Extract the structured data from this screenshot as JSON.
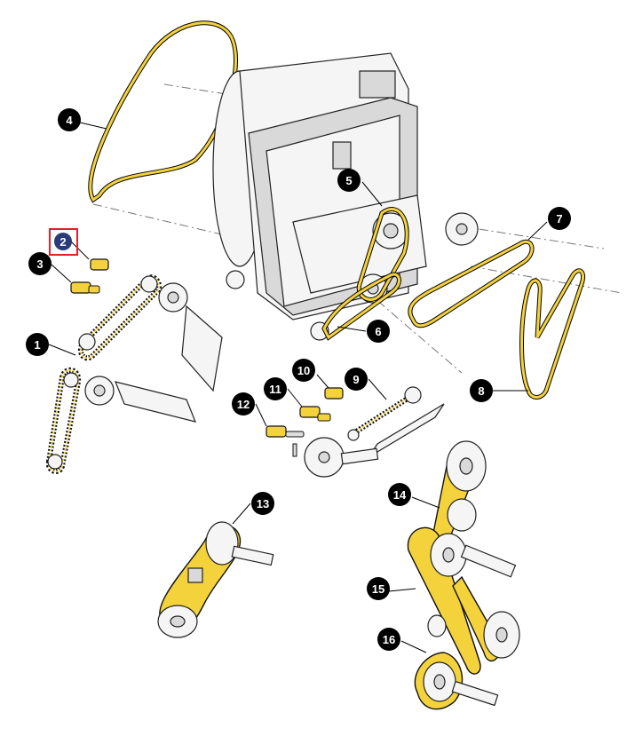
{
  "colors": {
    "belt_yellow": "#f4d23c",
    "callout_fill": "#000000",
    "callout_text": "#ffffff",
    "highlight_border": "#e0202a",
    "highlight_callout": "#2b3a78"
  },
  "callouts": [
    {
      "label": "1"
    },
    {
      "label": "2"
    },
    {
      "label": "3"
    },
    {
      "label": "4"
    },
    {
      "label": "5"
    },
    {
      "label": "6"
    },
    {
      "label": "7"
    },
    {
      "label": "8"
    },
    {
      "label": "9"
    },
    {
      "label": "10"
    },
    {
      "label": "11"
    },
    {
      "label": "12"
    },
    {
      "label": "13"
    },
    {
      "label": "14"
    },
    {
      "label": "15"
    },
    {
      "label": "16"
    }
  ],
  "highlighted_callout": "2"
}
